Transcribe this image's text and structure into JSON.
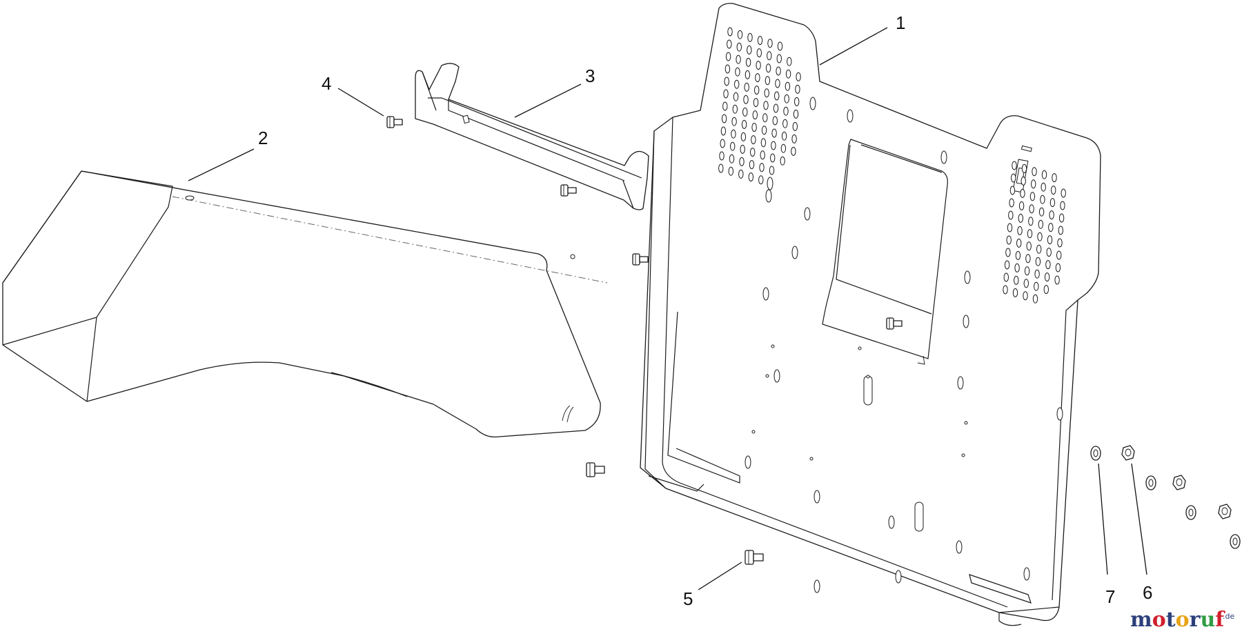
{
  "callouts": [
    {
      "id": "1",
      "label": "1"
    },
    {
      "id": "2",
      "label": "2"
    },
    {
      "id": "3",
      "label": "3"
    },
    {
      "id": "4",
      "label": "4"
    },
    {
      "id": "5",
      "label": "5"
    },
    {
      "id": "6",
      "label": "6"
    },
    {
      "id": "7",
      "label": "7"
    }
  ],
  "watermark": {
    "letters": [
      "m",
      "o",
      "t",
      "o",
      "r",
      "u",
      "f"
    ],
    "suffix": ".de",
    "colors": [
      "#2b3f7a",
      "#d11f2e",
      "#2b3f7a",
      "#e8a317",
      "#2b3f7a",
      "#2f9e44",
      "#d11f2e"
    ]
  }
}
